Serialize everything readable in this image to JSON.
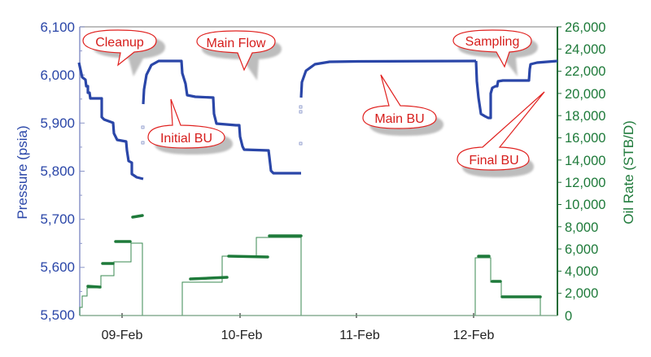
{
  "chart_data": {
    "type": "line",
    "title": "",
    "xlabel": "",
    "ylabel": "Pressure (psia)",
    "y2label": "Oil Rate (STB/D)",
    "ylim": [
      5500,
      6100
    ],
    "y2lim": [
      0,
      26000
    ],
    "grid": false,
    "legend": "none",
    "x_tick_labels": [
      "09-Feb",
      "10-Feb",
      "11-Feb",
      "12-Feb"
    ],
    "y_tick_labels": [
      "5,500",
      "5,600",
      "5,700",
      "5,800",
      "5,900",
      "6,000",
      "6,100"
    ],
    "y2_tick_labels": [
      "0",
      "2,000",
      "4,000",
      "6,000",
      "8,000",
      "10,000",
      "12,000",
      "14,000",
      "16,000",
      "18,000",
      "20,000",
      "22,000",
      "24,000",
      "26,000"
    ],
    "colors": {
      "pressure": "#2a46a8",
      "rate": "#1e7a3a",
      "left_axis_text": "#2a46a8",
      "right_axis_text": "#1e7a3a",
      "callout_border": "#e0201e",
      "callout_text": "#d61d1b",
      "callout_shadow": "#bdbdbd"
    },
    "series": [
      {
        "name": "Pressure",
        "axis": "left",
        "unit": "psia",
        "points_day_pressure": [
          [
            8.65,
            6023
          ],
          [
            8.7,
            6010
          ],
          [
            8.72,
            5985
          ],
          [
            8.78,
            5975
          ],
          [
            8.82,
            5962
          ],
          [
            8.95,
            5955
          ],
          [
            8.98,
            5915
          ],
          [
            9.08,
            5898
          ],
          [
            9.12,
            5862
          ],
          [
            9.22,
            5843
          ],
          [
            9.25,
            5805
          ],
          [
            9.32,
            5785
          ],
          [
            9.38,
            5782
          ],
          [
            9.53,
            5930
          ],
          [
            9.58,
            6010
          ],
          [
            9.68,
            6030
          ],
          [
            9.85,
            6030
          ],
          [
            9.9,
            5965
          ],
          [
            9.98,
            5955
          ],
          [
            10.2,
            5954
          ],
          [
            10.22,
            5900
          ],
          [
            10.3,
            5895
          ],
          [
            10.47,
            5895
          ],
          [
            10.5,
            5848
          ],
          [
            10.57,
            5843
          ],
          [
            10.75,
            5843
          ],
          [
            10.77,
            5960
          ],
          [
            10.85,
            6020
          ],
          [
            11.0,
            6028
          ],
          [
            12.05,
            6032
          ],
          [
            12.07,
            5990
          ],
          [
            12.12,
            5925
          ],
          [
            12.2,
            5915
          ],
          [
            12.23,
            5960
          ],
          [
            12.28,
            5965
          ],
          [
            12.3,
            5990
          ],
          [
            12.55,
            5990
          ],
          [
            12.58,
            6025
          ],
          [
            12.7,
            6028
          ]
        ]
      },
      {
        "name": "Oil Rate",
        "axis": "right",
        "unit": "STB/D",
        "points_day_rate": [
          [
            8.65,
            0
          ],
          [
            8.65,
            700
          ],
          [
            8.68,
            700
          ],
          [
            8.68,
            1800
          ],
          [
            8.73,
            1800
          ],
          [
            8.73,
            2500
          ],
          [
            8.86,
            2500
          ],
          [
            8.86,
            3600
          ],
          [
            8.97,
            3600
          ],
          [
            8.97,
            4800
          ],
          [
            9.12,
            4800
          ],
          [
            9.12,
            6500
          ],
          [
            9.3,
            6500
          ],
          [
            9.3,
            8800
          ],
          [
            9.4,
            8800
          ],
          [
            9.4,
            0
          ],
          [
            9.88,
            0
          ],
          [
            9.88,
            3000
          ],
          [
            10.22,
            3000
          ],
          [
            10.22,
            5300
          ],
          [
            10.52,
            5300
          ],
          [
            10.52,
            7000
          ],
          [
            10.8,
            7000
          ],
          [
            10.8,
            0
          ],
          [
            12.03,
            0
          ],
          [
            12.03,
            5200
          ],
          [
            12.17,
            5200
          ],
          [
            12.17,
            3000
          ],
          [
            12.26,
            3000
          ],
          [
            12.26,
            1800
          ],
          [
            12.56,
            1800
          ],
          [
            12.56,
            0
          ]
        ]
      }
    ],
    "annotations": [
      "Cleanup",
      "Main Flow",
      "Initial BU",
      "Main BU",
      "Sampling",
      "Final BU"
    ]
  },
  "axes": {
    "left_title": "Pressure (psia)",
    "right_title": "Oil Rate (STB/D)"
  },
  "callouts": {
    "cleanup": "Cleanup",
    "main_flow": "Main Flow",
    "initial_bu": "Initial BU",
    "main_bu": "Main BU",
    "sampling": "Sampling",
    "final_bu": "Final BU"
  },
  "x_ticks": [
    "09-Feb",
    "10-Feb",
    "11-Feb",
    "12-Feb"
  ],
  "y_ticks": [
    "6,100",
    "6,000",
    "5,900",
    "5,800",
    "5,700",
    "5,600",
    "5,500"
  ],
  "y2_ticks": [
    "26,000",
    "24,000",
    "22,000",
    "20,000",
    "18,000",
    "16,000",
    "14,000",
    "12,000",
    "10,000",
    "8,000",
    "6,000",
    "4,000",
    "2,000",
    "0"
  ]
}
